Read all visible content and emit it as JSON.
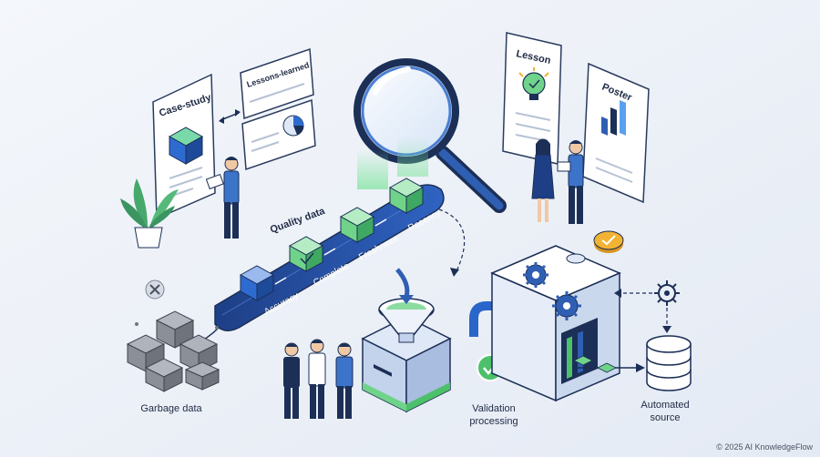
{
  "labels": {
    "case_study": "Case-study",
    "lessons_learned": "Lessons-learned",
    "lesson": "Lesson",
    "poster": "Poster",
    "quality_data": "Quality data",
    "garbage_data": "Garbage data",
    "validation_line1": "Validation",
    "validation_line2": "processing",
    "automated_line1": "Automated",
    "automated_line2": "source",
    "copyright": "© 2025 AI KnowledgeFlow"
  },
  "quality_dimensions": [
    "Accuracy",
    "Complete",
    "Freshness",
    "Recency"
  ],
  "icons": [
    "magnifier-icon",
    "gear-icon",
    "checkmark-icon",
    "database-icon",
    "funnel-icon",
    "lightbulb-icon",
    "close-icon",
    "plant-icon",
    "bar-chart-icon",
    "pie-chart-icon",
    "cube-icon"
  ],
  "colors": {
    "background": "#eef2f8",
    "primary_blue": "#2f5fb3",
    "dark_navy": "#1c2f56",
    "accent_green": "#6fd38a",
    "validation_green": "#4cc06a",
    "gold": "#f2b233",
    "stone_gray": "#8a8f98"
  }
}
